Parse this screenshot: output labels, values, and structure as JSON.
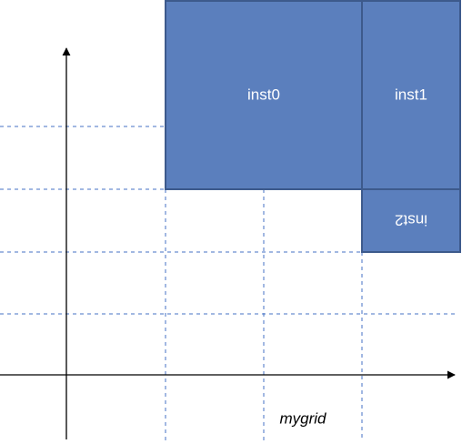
{
  "diagram": {
    "grid_label": "mygrid",
    "colors": {
      "fill": "#5b7fbd",
      "stroke": "#3d5a8c",
      "grid": "#4472c4",
      "axis": "#000000"
    },
    "instances": [
      {
        "label": "inst0",
        "flipped": false
      },
      {
        "label": "inst1",
        "flipped": false
      },
      {
        "label": "inst2",
        "flipped": true
      }
    ]
  }
}
